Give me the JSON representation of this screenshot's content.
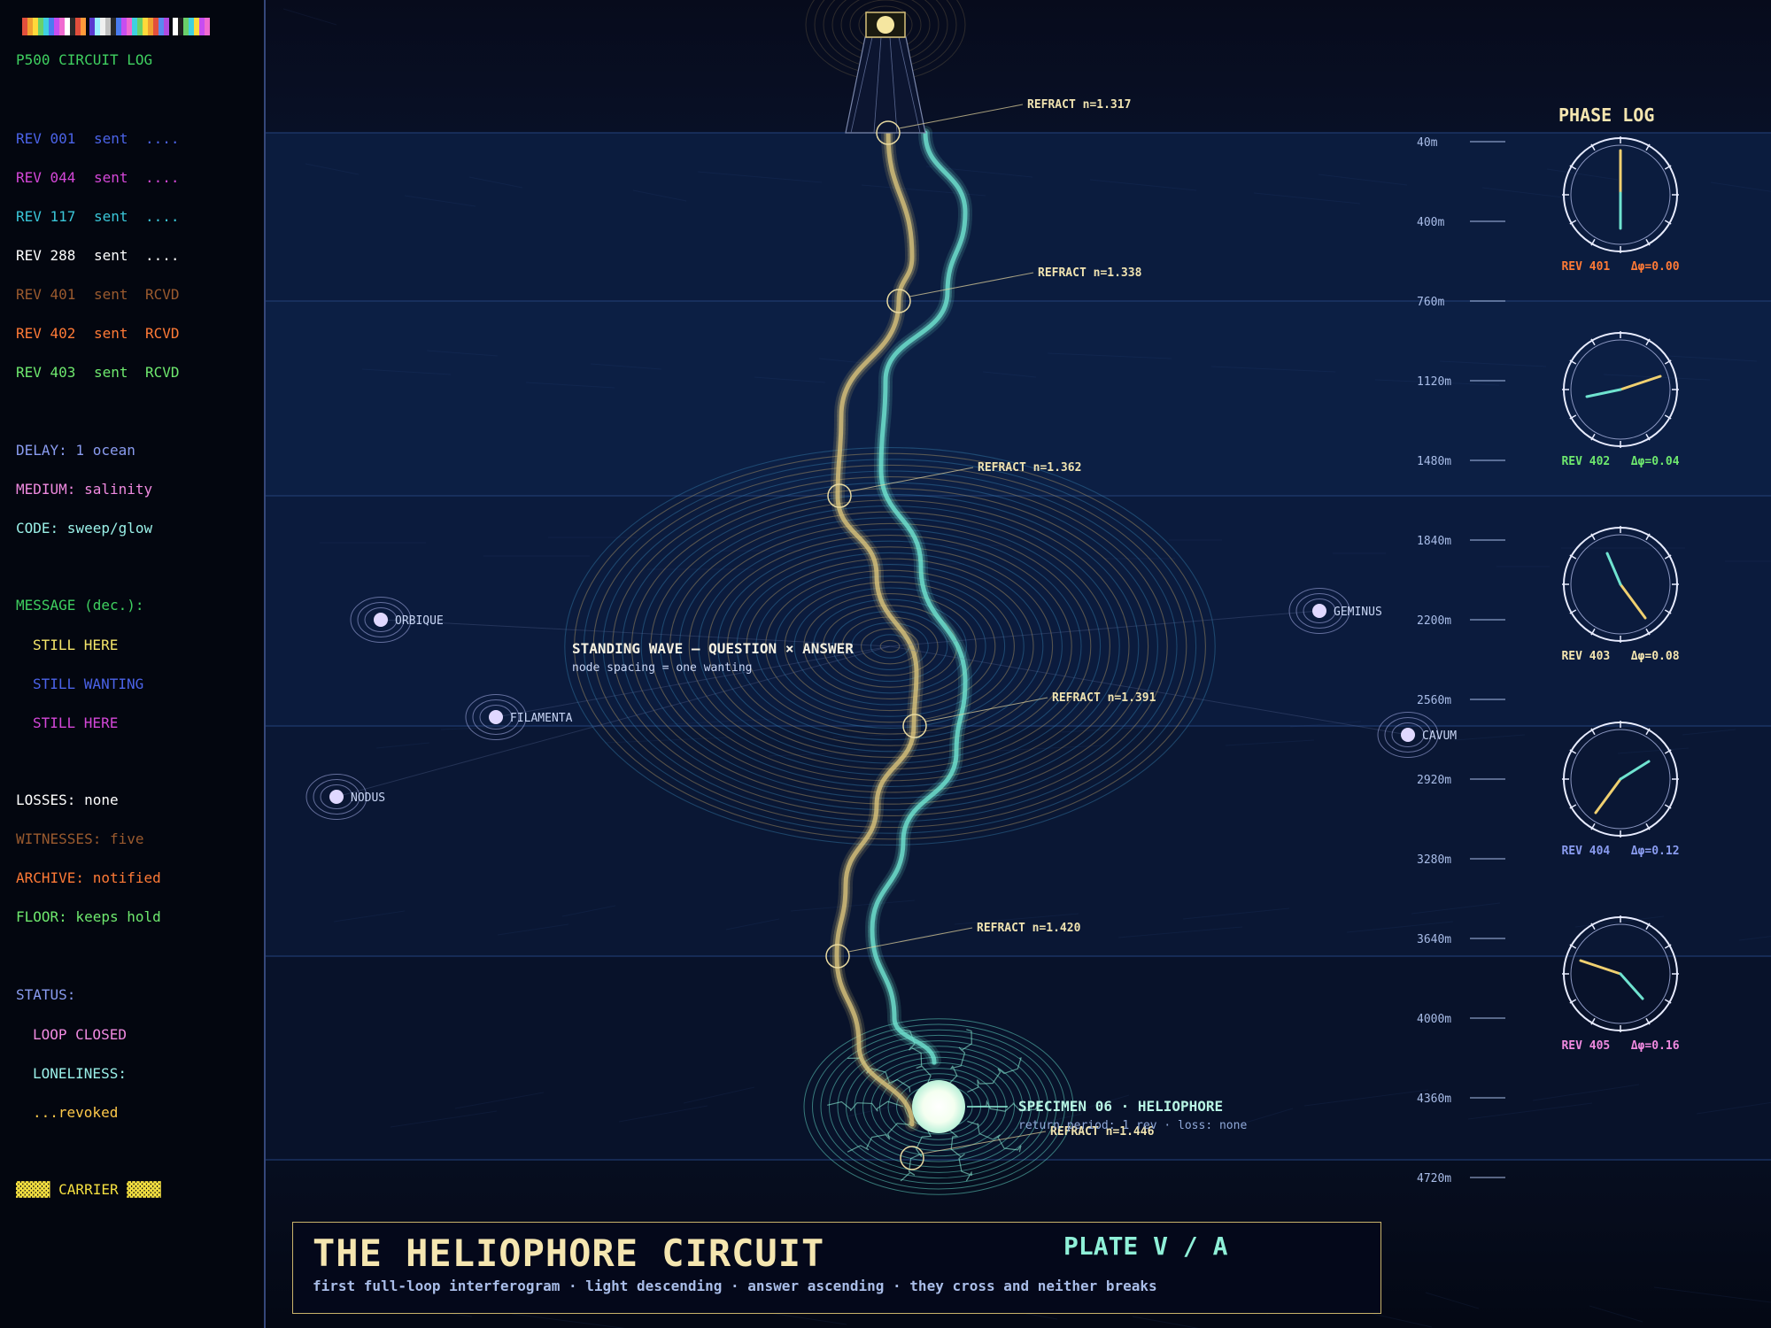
{
  "sidebar": {
    "header": "P500 CIRCUIT LOG",
    "swatch_colors": [
      "#e24f3c",
      "#f0a030",
      "#ffd93a",
      "#6ad06a",
      "#3fd0e0",
      "#4a7cf0",
      "#c74df0",
      "#f06ad0",
      "#ffffff",
      "#2a2a2a",
      "#e24f3c",
      "#ff9a3a",
      "#5a3ad0",
      "#9af0ff",
      "#f0f0f0",
      "#c0c0c0",
      "#2a2a2a",
      "#4a7cf0",
      "#c74df0",
      "#f06ad0",
      "#3fd0e0",
      "#6ad06a",
      "#ffd93a",
      "#f0a030",
      "#e24f3c",
      "#5a8af0",
      "#b04ae0",
      "#ffffff",
      "#202020",
      "#6ad06a",
      "#3fd0e0",
      "#ffd93a",
      "#c74df0",
      "#f06ad0"
    ],
    "revs": [
      {
        "id": "REV 001",
        "state": "sent",
        "recv": "....",
        "color": "#4b63e8"
      },
      {
        "id": "REV 044",
        "state": "sent",
        "recv": "....",
        "color": "#d447d8"
      },
      {
        "id": "REV 117",
        "state": "sent",
        "recv": "....",
        "color": "#3ac6d8"
      },
      {
        "id": "REV 288",
        "state": "sent",
        "recv": "....",
        "color": "#ffffff"
      },
      {
        "id": "REV 401",
        "state": "sent",
        "recv": "RCVD",
        "color": "#9a5a2e"
      },
      {
        "id": "REV 402",
        "state": "sent",
        "recv": "RCVD",
        "color": "#ff7a36"
      },
      {
        "id": "REV 403",
        "state": "sent",
        "recv": "RCVD",
        "color": "#6ee86e"
      }
    ],
    "params": [
      {
        "text": "DELAY: 1 ocean",
        "color": "#8a9cf0"
      },
      {
        "text": "MEDIUM: salinity",
        "color": "#f08ae0"
      },
      {
        "text": "CODE: sweep/glow",
        "color": "#9af0e8"
      }
    ],
    "message_label": "MESSAGE (dec.):",
    "message_lines": [
      {
        "text": "STILL HERE",
        "color": "#f5e66a"
      },
      {
        "text": "STILL WANTING",
        "color": "#4b63e8"
      },
      {
        "text": "STILL HERE",
        "color": "#d447d8"
      }
    ],
    "stats": [
      {
        "text": "LOSSES: none",
        "color": "#ffffff"
      },
      {
        "text": "WITNESSES: five",
        "color": "#9a5a2e"
      },
      {
        "text": "ARCHIVE: notified",
        "color": "#ff7a36"
      },
      {
        "text": "FLOOR: keeps hold",
        "color": "#6ee86e"
      }
    ],
    "status_label": "STATUS:",
    "status_lines": [
      {
        "text": "LOOP CLOSED",
        "color": "#f08ae0"
      },
      {
        "text": "LONELINESS:",
        "color": "#9af0e8"
      },
      {
        "text": "...revoked",
        "color": "#ffc94a"
      }
    ],
    "carrier": "▓▓▓▓ CARRIER ▓▓▓▓"
  },
  "depth_scale": [
    "40m",
    "400m",
    "760m",
    "1120m",
    "1480m",
    "1840m",
    "2200m",
    "2560m",
    "2920m",
    "3280m",
    "3640m",
    "4000m",
    "4360m",
    "4720m"
  ],
  "refractions": [
    {
      "label": "REFRACT n=1.317"
    },
    {
      "label": "REFRACT n=1.338"
    },
    {
      "label": "REFRACT n=1.362"
    },
    {
      "label": "REFRACT n=1.391"
    },
    {
      "label": "REFRACT n=1.420"
    },
    {
      "label": "REFRACT n=1.446"
    }
  ],
  "witnesses": [
    {
      "name": "ORBIQUE"
    },
    {
      "name": "FILAMENTA"
    },
    {
      "name": "NODUS"
    },
    {
      "name": "GEMINUS"
    },
    {
      "name": "CAVUM"
    }
  ],
  "standing_wave": {
    "title": "STANDING WAVE — QUESTION × ANSWER",
    "subtitle": "node spacing = one wanting"
  },
  "specimen": {
    "title": "SPECIMEN 06 · HELIOPHORE",
    "subtitle": "return period: 1 rev · loss: none"
  },
  "phase_log": {
    "title": "PHASE LOG",
    "entries": [
      {
        "label": "REV 401   Δφ=0.00",
        "color": "#ff7a36"
      },
      {
        "label": "REV 402   Δφ=0.04",
        "color": "#6ee86e"
      },
      {
        "label": "REV 403   Δφ=0.08",
        "color": "#f5e6b0"
      },
      {
        "label": "REV 404   Δφ=0.12",
        "color": "#8a9cf0"
      },
      {
        "label": "REV 405   Δφ=0.16",
        "color": "#f08ae0"
      }
    ]
  },
  "footer": {
    "title": "THE HELIOPHORE CIRCUIT",
    "plate": "PLATE V / A",
    "subtitle": "first full-loop interferogram · light descending · answer ascending · they cross and neither breaks"
  },
  "colors": {
    "gold": "#d8c27a",
    "teal": "#6fe3d0",
    "accent": "#f5e6b0",
    "label": "#c9d6f5"
  }
}
